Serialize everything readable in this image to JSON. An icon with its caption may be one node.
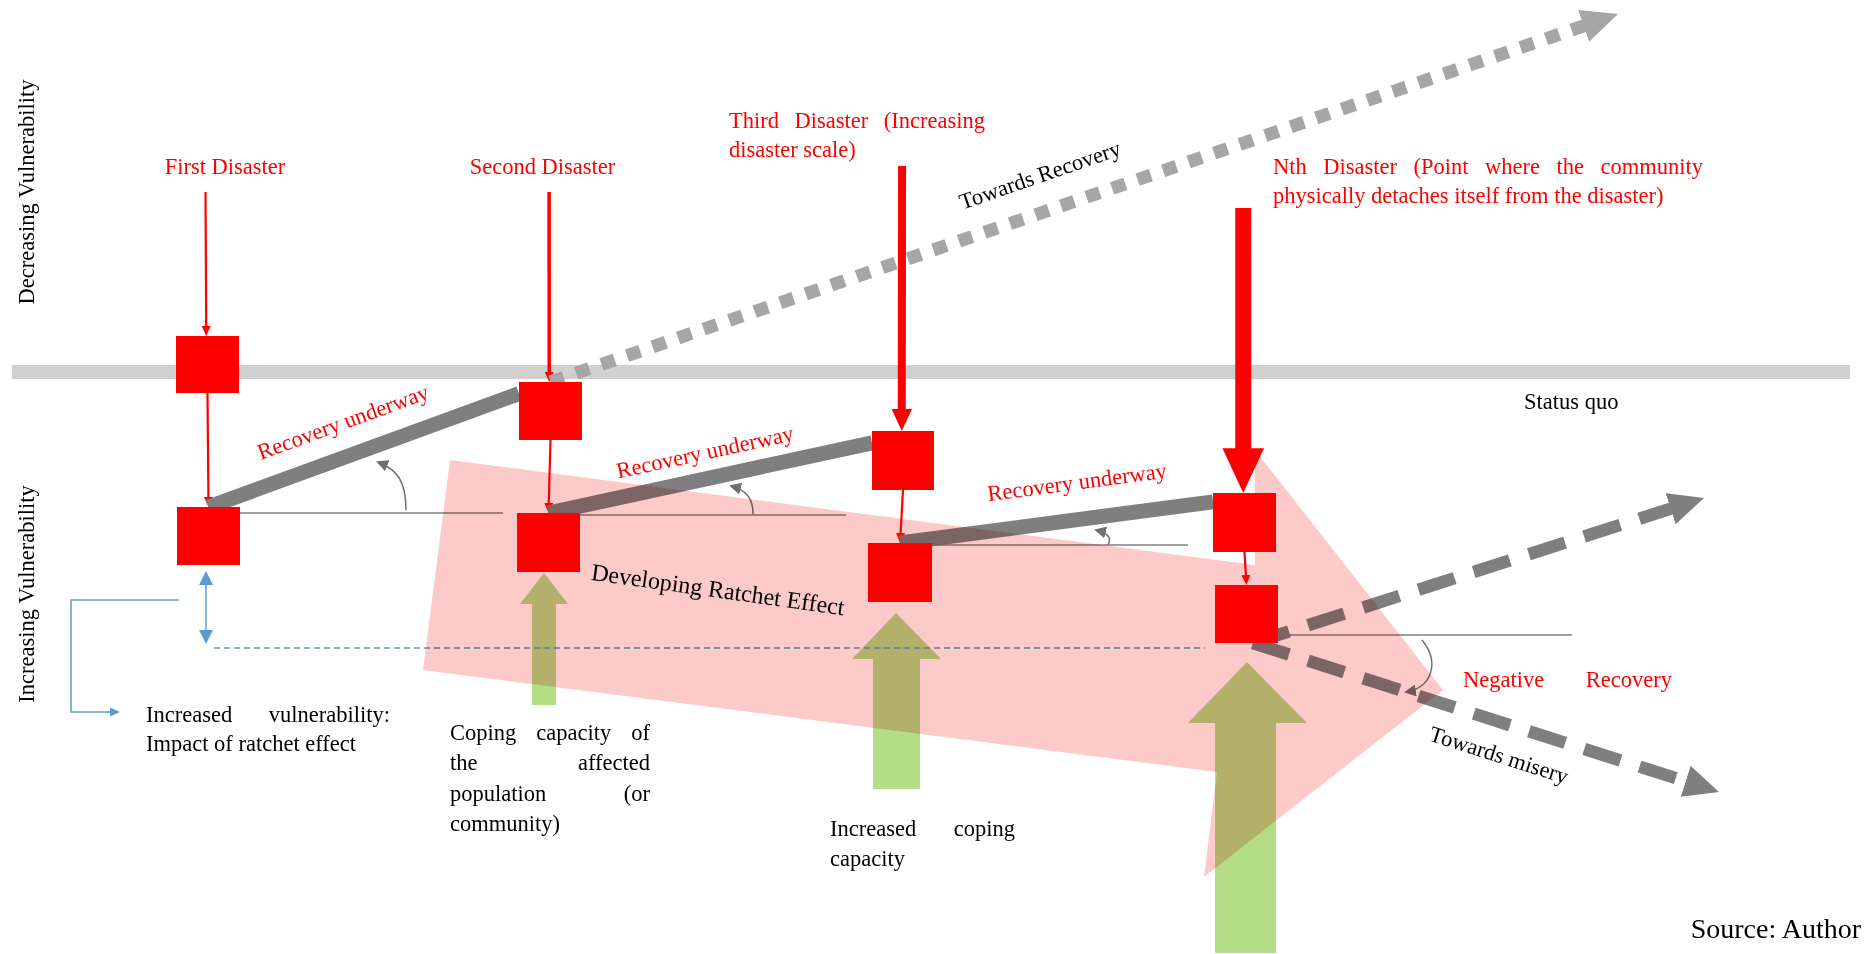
{
  "diagram": {
    "nodes": [
      {
        "text": [
          "First Disaster"
        ]
      },
      {
        "text": [
          "Second Disaster"
        ]
      },
      {
        "text": [
          "Third Disaster (Increasing disaster scale)"
        ]
      },
      {
        "text": [
          "Nth Disaster (Point where the community physically detaches itself from the disaster)"
        ]
      },
      {
        "text": [],
        "shape": "box"
      },
      {
        "text": [],
        "shape": "box"
      },
      {
        "text": [],
        "shape": "box"
      },
      {
        "text": [],
        "shape": "box"
      },
      {
        "text": [],
        "shape": "box"
      },
      {
        "text": [],
        "shape": "box"
      },
      {
        "text": [],
        "shape": "box"
      },
      {
        "text": [],
        "shape": "box"
      },
      {
        "text": [
          "Increased vulnerability: Impact of ratchet effect"
        ]
      },
      {
        "text": [],
        "shape": "bar",
        "beside": [
          "Status quo"
        ]
      }
    ],
    "edges": [
      {
        "from": 0,
        "to": 4,
        "arrow": "to"
      },
      {
        "from": 1,
        "to": 5,
        "arrow": "to"
      },
      {
        "from": 2,
        "to": 6,
        "arrow": "to"
      },
      {
        "from": 3,
        "to": 7,
        "arrow": "to",
        "style": "thick"
      },
      {
        "from": 4,
        "to": 8,
        "arrow": "to"
      },
      {
        "from": 5,
        "to": 9,
        "arrow": "to"
      },
      {
        "from": 6,
        "to": 10,
        "arrow": "to"
      },
      {
        "from": 7,
        "to": 11,
        "arrow": "to"
      },
      {
        "from": 8,
        "to": 5,
        "arrow": "none",
        "style": "thick",
        "color": "#7f7f7f",
        "label": "Recovery underway"
      },
      {
        "from": 9,
        "to": 6,
        "arrow": "none",
        "style": "thick",
        "color": "#7f7f7f",
        "label": "Recovery underway"
      },
      {
        "from": 10,
        "to": 7,
        "arrow": "none",
        "style": "thick",
        "color": "#7f7f7f",
        "label": "Recovery underway"
      },
      {
        "from": 5,
        "to": null,
        "arrow": "to",
        "style": "dashed",
        "color": "#a6a6a6",
        "label": "Towards Recovery"
      },
      {
        "from": 11,
        "to": null,
        "arrow": "to",
        "style": "dashed",
        "color": "#7f7f7f"
      },
      {
        "from": 11,
        "to": null,
        "arrow": "to",
        "style": "dashed",
        "color": "#7f7f7f",
        "label": "Towards misery"
      },
      {
        "from": null,
        "to": 12,
        "arrow": "to",
        "color": "#5b9bd5"
      }
    ],
    "labels": [
      "Decreasing Vulnerability",
      "Increasing Vulnerability",
      "Developing Ratchet Effect",
      "Negative Recovery",
      "Coping capacity of the affected population (or community)",
      "Increased coping capacity",
      "Source: Author"
    ]
  }
}
